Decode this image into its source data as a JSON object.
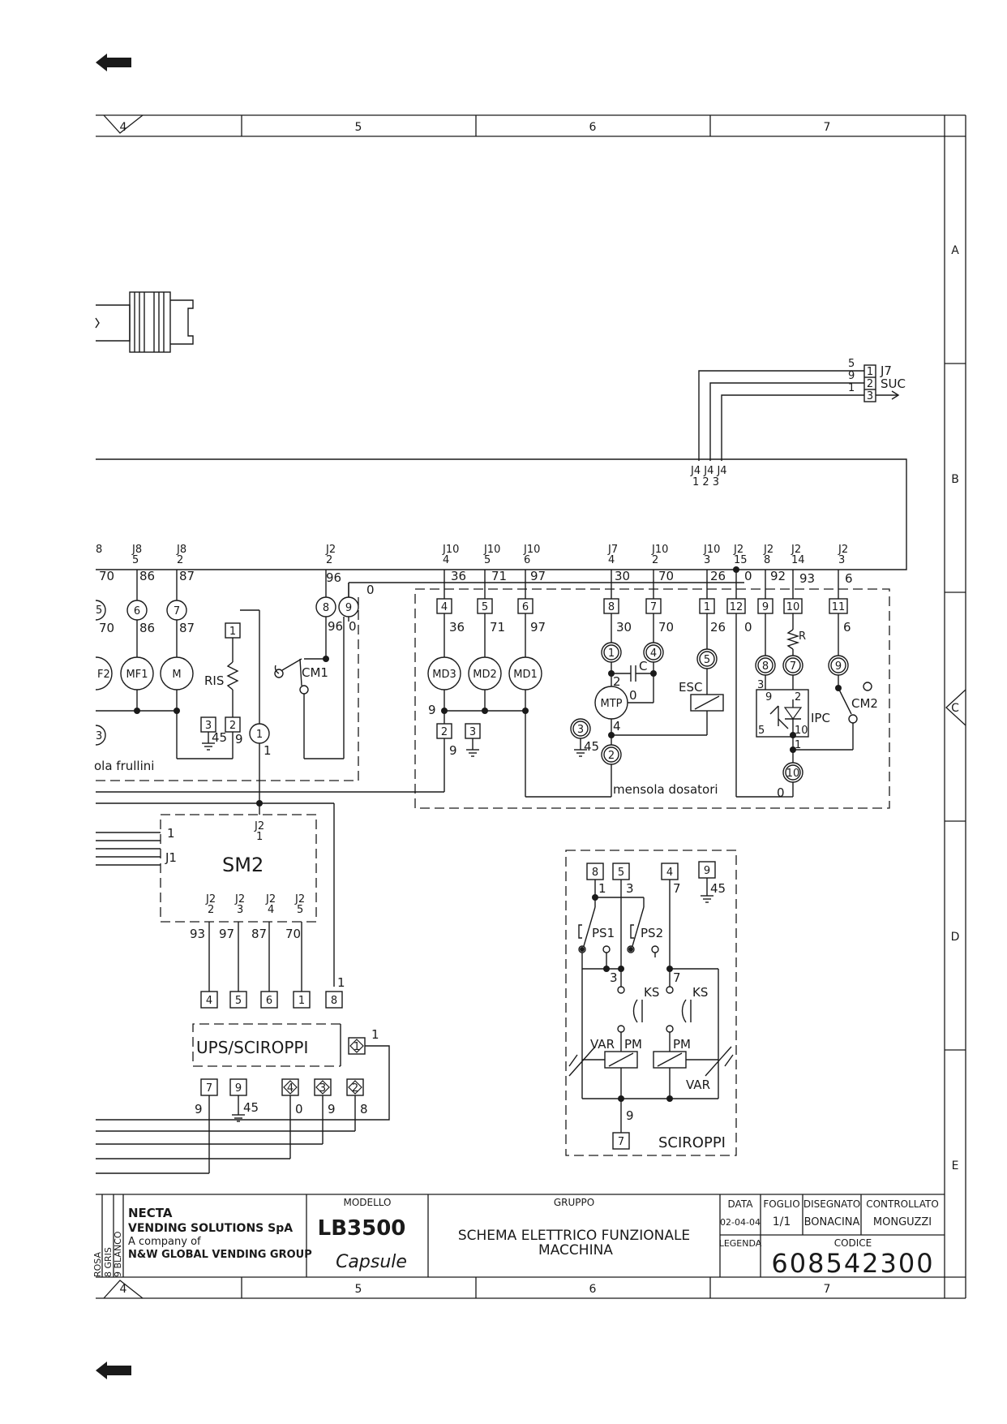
{
  "colors": {
    "ink": "#1a1a1a",
    "paper": "#ffffff"
  },
  "nav": {
    "prev_icon": "arrow-left-icon"
  },
  "grid": {
    "columns": [
      "4",
      "5",
      "6",
      "7"
    ],
    "rows": [
      "A",
      "B",
      "C",
      "D",
      "E"
    ]
  },
  "connector_suc": {
    "pins": [
      "1",
      "2",
      "3"
    ],
    "wires": [
      "5",
      "9",
      "1"
    ],
    "label_j": "J7",
    "label_name": "SUC"
  },
  "j4_refs": {
    "top": "J4 J4 J4",
    "bottom": "1  2  3"
  },
  "connectors_top": [
    {
      "j": "J8",
      "n": "5"
    },
    {
      "j": "J8",
      "n": "2"
    },
    {
      "j": "J2",
      "n": "2"
    },
    {
      "j": "J10",
      "n": "4"
    },
    {
      "j": "J10",
      "n": "5"
    },
    {
      "j": "J10",
      "n": "6"
    },
    {
      "j": "J7",
      "n": "4"
    },
    {
      "j": "J10",
      "n": "2"
    },
    {
      "j": "J10",
      "n": "3"
    },
    {
      "j": "J2",
      "n": "15"
    },
    {
      "j": "J2",
      "n": "8"
    },
    {
      "j": "J2",
      "n": "14"
    },
    {
      "j": "J2",
      "n": "3"
    }
  ],
  "connector_left_partial": "8",
  "bus_wires": [
    "70",
    "86",
    "87",
    "96",
    "0",
    "36",
    "71",
    "97",
    "30",
    "70",
    "26",
    "0",
    "92",
    "93",
    "6"
  ],
  "frullini": {
    "circled": [
      "5",
      "6",
      "7"
    ],
    "wires": [
      "70",
      "86",
      "87"
    ],
    "motors": [
      "F2",
      "MF1",
      "M"
    ],
    "label": "ola frullini",
    "ris": "RIS",
    "cm1": "CM1",
    "circ_8": "8",
    "circ_9": "9",
    "wires_89": [
      "96",
      "0"
    ],
    "sq1": "1",
    "sq3": "3",
    "sq2": "2",
    "w45": "45",
    "w9": "9",
    "circ1": "1",
    "w1": "1",
    "circ3": "3"
  },
  "dosatori": {
    "boxes": [
      "4",
      "5",
      "6",
      "8",
      "7",
      "1",
      "12",
      "9",
      "10",
      "11"
    ],
    "wires": [
      "36",
      "71",
      "97",
      "30",
      "70",
      "26",
      "0",
      "6"
    ],
    "motors": [
      "MD3",
      "MD2",
      "MD1"
    ],
    "mtp": "MTP",
    "c": "C",
    "esc": "ESC",
    "ipc": "IPC",
    "cm2": "CM2",
    "r": "R",
    "label": "mensola dosatori",
    "circ": [
      "1",
      "4",
      "5",
      "8",
      "7",
      "9",
      "3",
      "2",
      "10"
    ],
    "w2": "2",
    "w0": "0",
    "w4": "4",
    "w45": "45",
    "w9": "9",
    "w9b": "9",
    "sq2": "2",
    "sq3": "3",
    "ipc_pins": [
      "3",
      "9",
      "2",
      "5",
      "10",
      "1"
    ],
    "w0b": "0"
  },
  "sm2": {
    "name": "SM2",
    "j1": "J1",
    "w1": "1",
    "top_j": "J2",
    "top_n": "1",
    "pins_j": [
      "J2",
      "J2",
      "J2",
      "J2"
    ],
    "pins_n": [
      "2",
      "3",
      "4",
      "5"
    ],
    "wires": [
      "93",
      "97",
      "87",
      "70"
    ]
  },
  "ups": {
    "boxes_top": [
      "4",
      "5",
      "6",
      "1",
      "8"
    ],
    "w1": "1",
    "name": "UPS/SCIROPPI",
    "diamond_1": "1",
    "w1b": "1",
    "boxes_bottom": [
      "7",
      "9"
    ],
    "diamonds": [
      "4",
      "3",
      "2"
    ],
    "wires_bottom": [
      "9",
      "45",
      "0",
      "9",
      "8"
    ]
  },
  "sciroppi": {
    "boxes": [
      "8",
      "5",
      "4",
      "9"
    ],
    "w1": "1",
    "w3": "3",
    "w7": "7",
    "w45": "45",
    "ps1": "PS1",
    "ps2": "PS2",
    "w3b": "3",
    "w7b": "7",
    "ks1": "KS",
    "ks2": "KS",
    "var1": "VAR",
    "var2": "VAR",
    "pm1": "PM",
    "pm2": "PM",
    "w9": "9",
    "box7": "7",
    "name": "SCIROPPI"
  },
  "titleblock": {
    "colors": [
      "ROSA",
      "8 GRIS",
      "9 BLANCO"
    ],
    "company1": "NECTA",
    "company2": "VENDING SOLUTIONS SpA",
    "company3": "A company of",
    "company4": "N&W GLOBAL VENDING GROUP",
    "modello_label": "MODELLO",
    "modello": "LB3500",
    "variant": "Capsule",
    "gruppo_label": "GRUPPO",
    "gruppo_line1": "SCHEMA ELETTRICO FUNZIONALE",
    "gruppo_line2": "MACCHINA",
    "data_label": "DATA",
    "data": "02-04-04",
    "foglio_label": "FOGLIO",
    "foglio": "1/1",
    "disegnato_label": "DISEGNATO",
    "disegnato": "BONACINA",
    "controllato_label": "CONTROLLATO",
    "controllato": "MONGUZZI",
    "legenda_label": "LEGENDA",
    "codice_label": "CODICE",
    "codice": "608542300"
  }
}
